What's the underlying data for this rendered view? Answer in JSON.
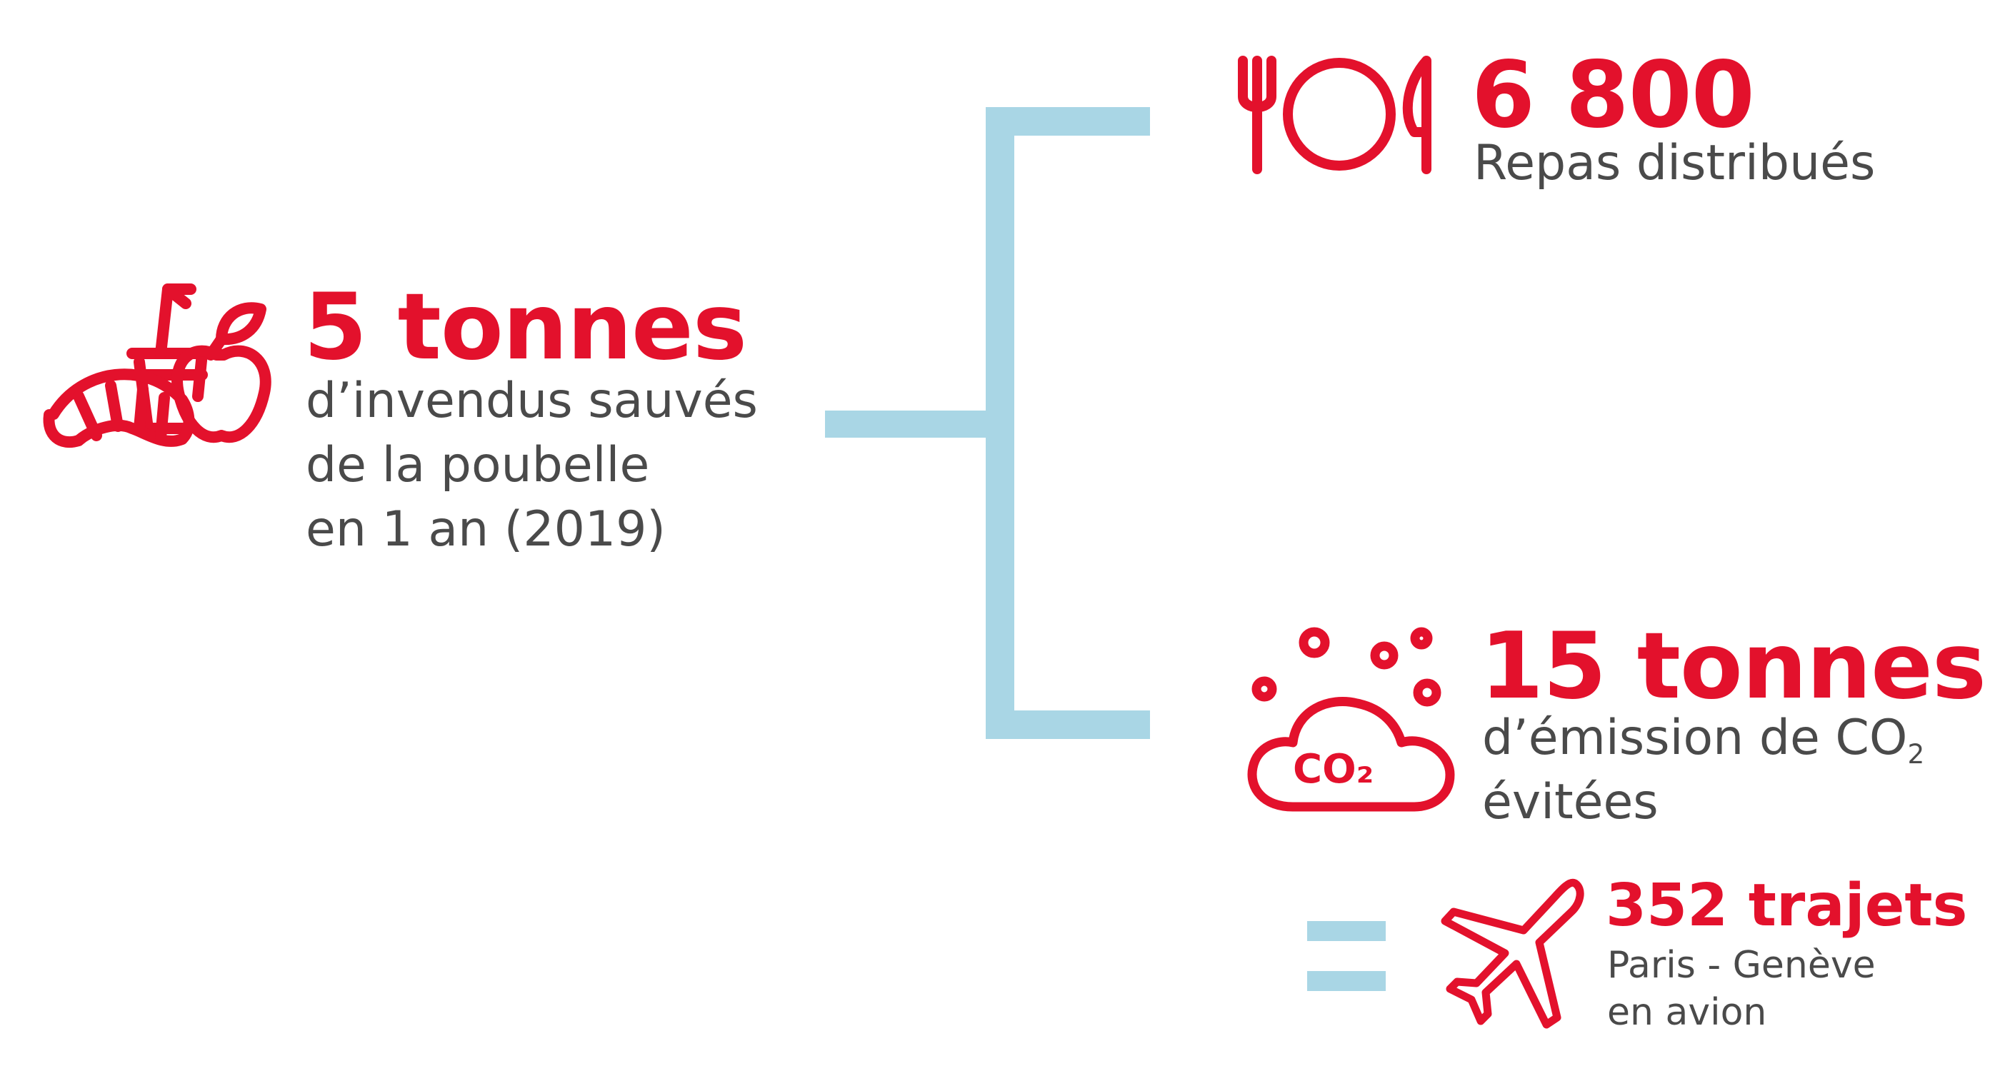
{
  "accent_color": "#e3112c",
  "connector_color": "#a9d6e5",
  "text_color": "#4a4a4a",
  "left_block": {
    "icon": "food-basket-icon",
    "headline": "5 tonnes",
    "lines": [
      "d’invendus sauvés",
      "de la poubelle",
      "en 1 an (2019)"
    ]
  },
  "top_right_block": {
    "icon": "fork-plate-knife-icon",
    "headline": "6 800",
    "subtitle": "Repas distribués"
  },
  "bottom_right_block": {
    "icon": "co2-cloud-icon",
    "icon_label": "CO₂",
    "headline": "15 tonnes",
    "line1_prefix": "d’émission de CO",
    "line1_subscript": "2",
    "line2": "évitées"
  },
  "equivalence_block": {
    "equals_icon": "equals-icon",
    "icon": "airplane-icon",
    "headline": "352 trajets",
    "lines": [
      "Paris - Genève",
      "en avion"
    ]
  }
}
